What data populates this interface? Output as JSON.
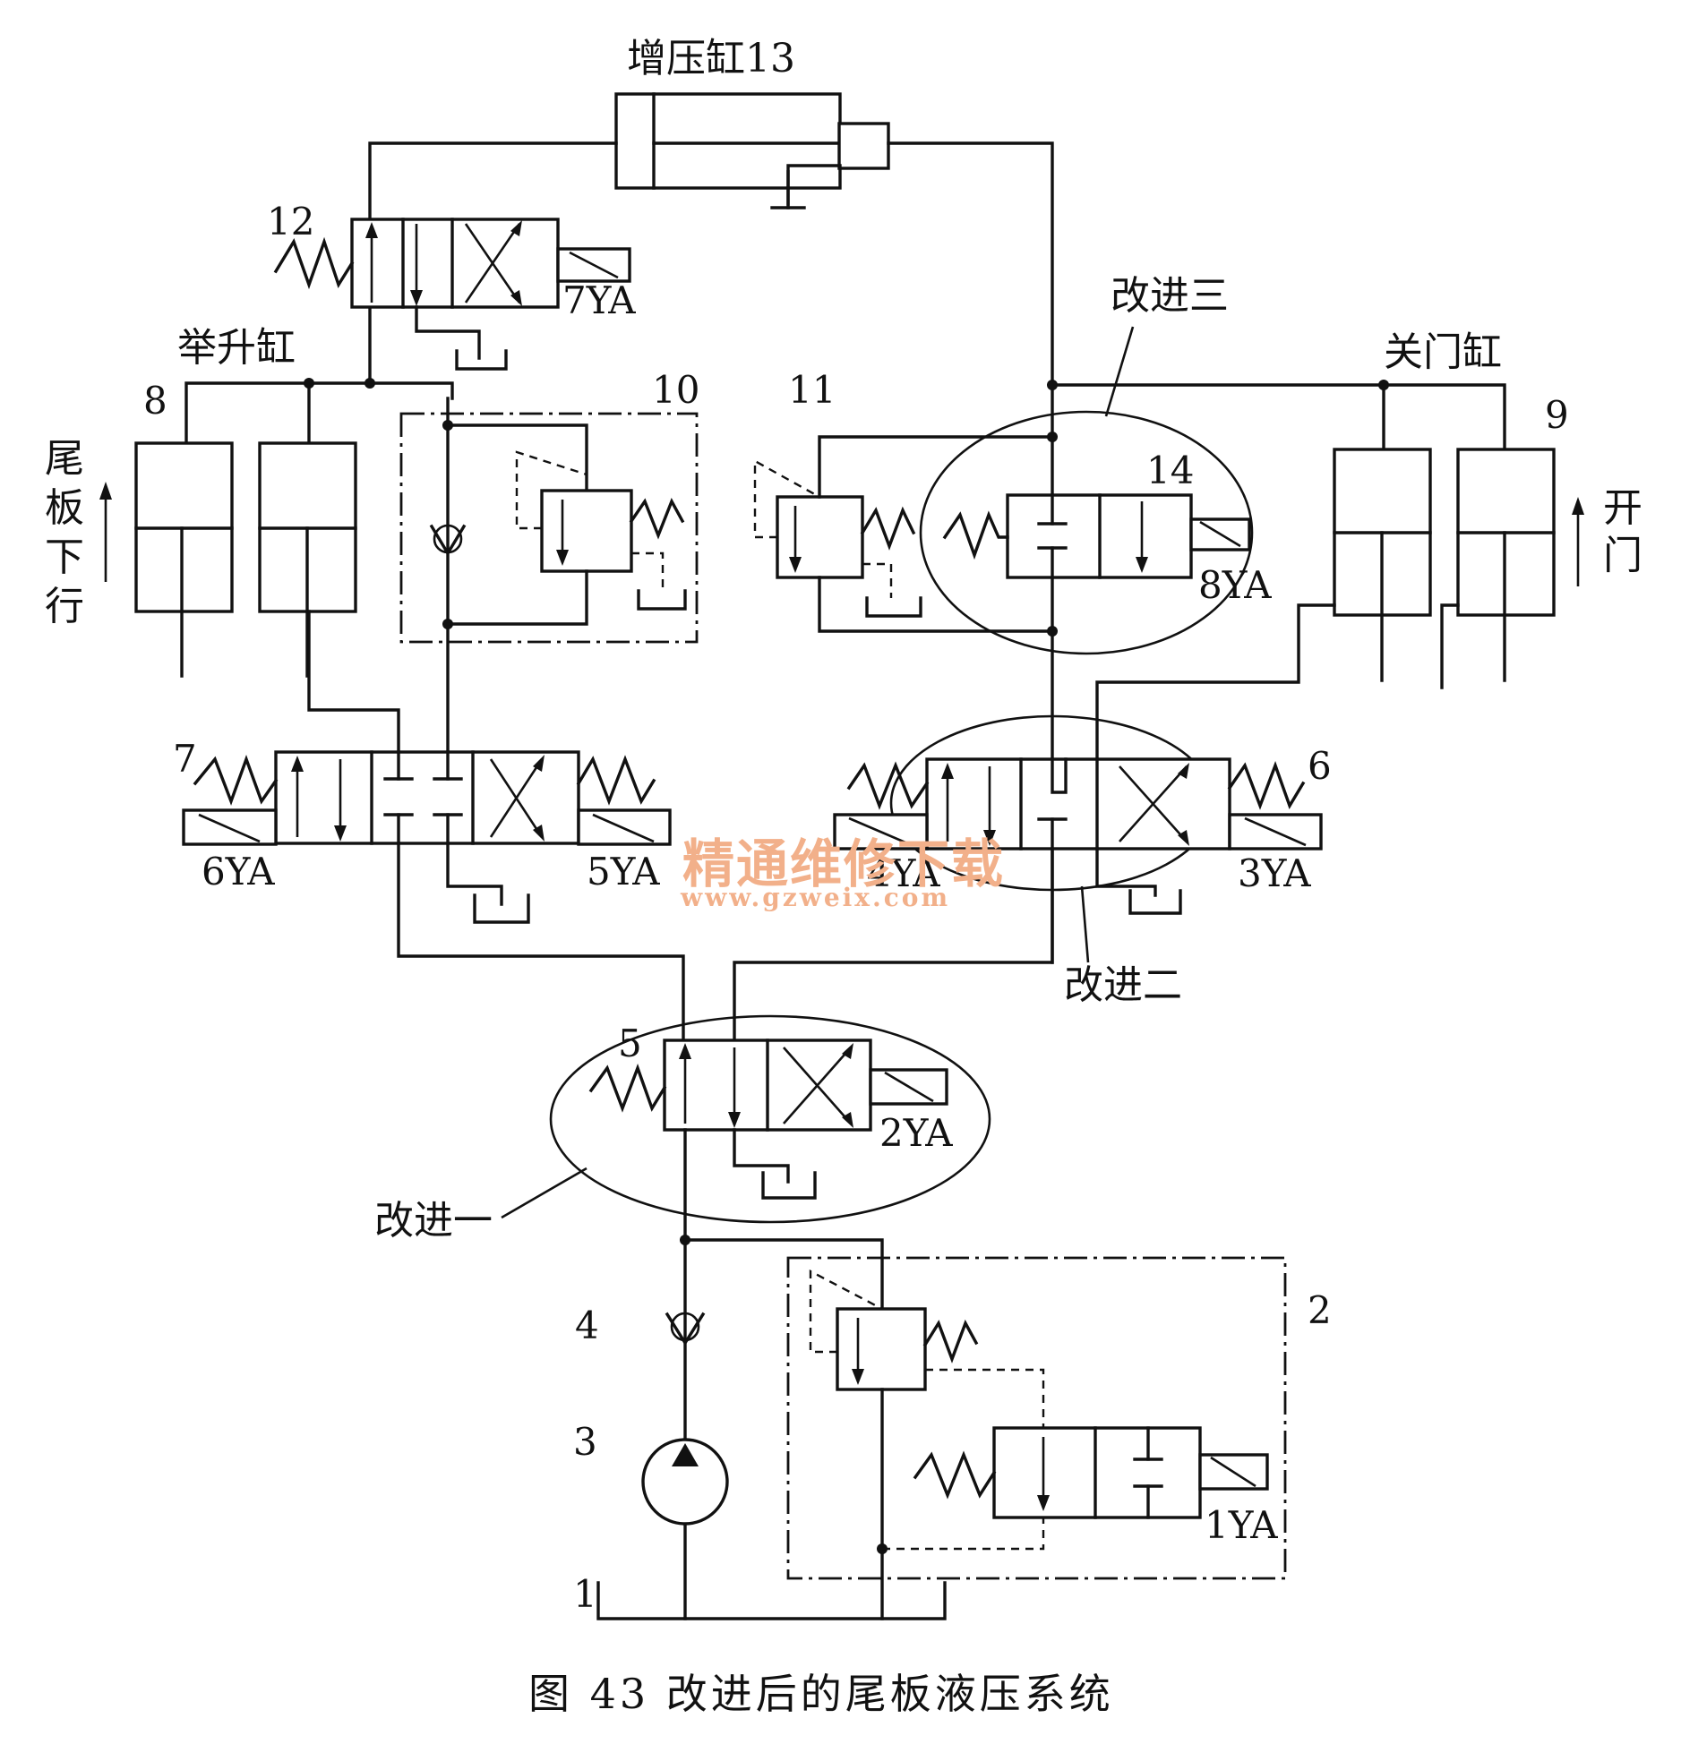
{
  "labels": {
    "booster_cylinder": "增压缸13",
    "valve12": "12",
    "coil_7ya": "7YA",
    "lift_cylinder": "举升缸",
    "num8": "8",
    "num10": "10",
    "num11": "11",
    "improve3": "改进三",
    "door_cylinder": "关门缸",
    "num9": "9",
    "num14": "14",
    "coil_8ya": "8YA",
    "tail_down": [
      "尾",
      "板",
      "下",
      "行"
    ],
    "door_open": [
      "开",
      "门"
    ],
    "num7": "7",
    "coil_6ya": "6YA",
    "coil_5ya": "5YA",
    "coil_4ya": "4YA",
    "coil_3ya": "3YA",
    "num6": "6",
    "improve2": "改进二",
    "num5": "5",
    "coil_2ya": "2YA",
    "improve1": "改进一",
    "num4": "4",
    "num3": "3",
    "num2": "2",
    "coil_1ya": "1YA",
    "num1": "1"
  },
  "caption": "图 43    改进后的尾板液压系统",
  "watermark": {
    "cn": "精通维修下载",
    "url": "www.gzweix.com"
  },
  "colors": {
    "line": "#111111",
    "watermark": "#f2b08a"
  }
}
